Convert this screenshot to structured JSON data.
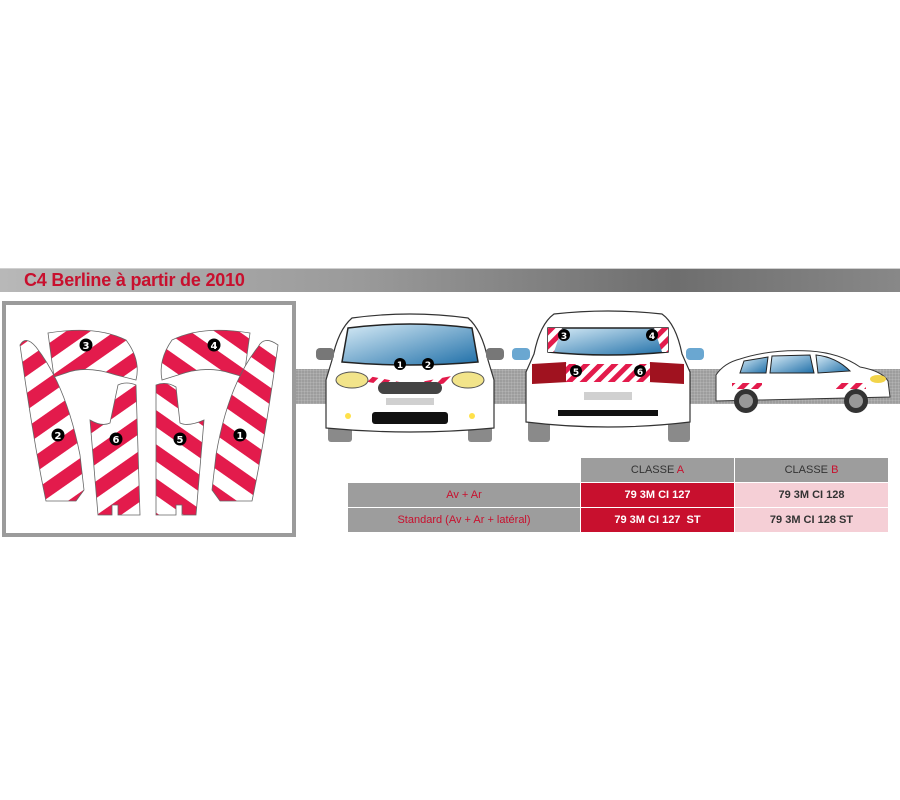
{
  "header": {
    "title": "C4 Berline à partir de 2010"
  },
  "colors": {
    "brand_red": "#c8102e",
    "stripe_red": "#e31b4c",
    "band_gray": "#9d9d9d",
    "light_pink": "#f5cfd6"
  },
  "panels": {
    "labels": [
      "1",
      "2",
      "3",
      "4",
      "5",
      "6"
    ]
  },
  "views": {
    "front": {
      "markers": [
        "1",
        "2"
      ]
    },
    "rear": {
      "markers": [
        "3",
        "4",
        "5",
        "6"
      ]
    },
    "side": {
      "markers": []
    }
  },
  "table": {
    "columns": [
      {
        "prefix": "CLASSE ",
        "accent": "A"
      },
      {
        "prefix": "CLASSE ",
        "accent": "B"
      }
    ],
    "rows": [
      {
        "label": "Av + Ar",
        "class_a": "79 3M CI 127",
        "class_b": "79 3M CI 128"
      },
      {
        "label": "Standard (Av + Ar + latéral)",
        "class_a": "79 3M CI 127  ST",
        "class_b": "79 3M CI 128 ST"
      }
    ]
  }
}
